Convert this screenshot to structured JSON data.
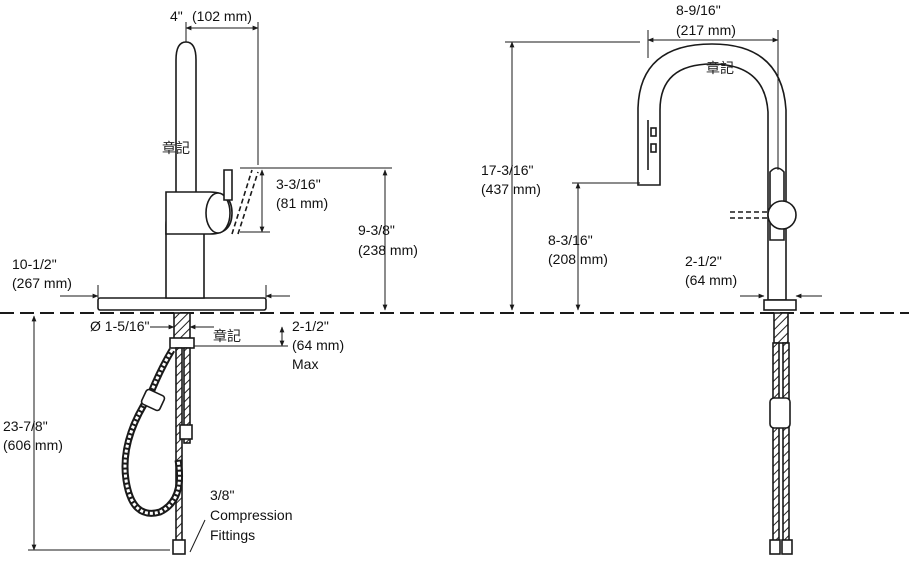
{
  "left_view": {
    "spout_reach": {
      "imperial": "4\"",
      "metric": "(102 mm)"
    },
    "handle_height": {
      "imperial": "3-3/16\"",
      "metric": "(81 mm)"
    },
    "aerator_height": {
      "imperial": "9-3/8\"",
      "metric": "(238 mm)"
    },
    "escutcheon_width": {
      "imperial": "10-1/2\"",
      "metric": "(267 mm)"
    },
    "hole_diameter": {
      "label": "Ø 1-5/16\""
    },
    "deck_thickness": {
      "imperial": "2-1/2\"",
      "metric": "(64 mm)",
      "note": "Max"
    },
    "hose_length": {
      "imperial": "23-7/8\"",
      "metric": "(606 mm)"
    },
    "fittings": {
      "line1": "3/8\"",
      "line2": "Compression",
      "line3": "Fittings"
    },
    "watermark": "章記"
  },
  "right_view": {
    "spout_reach": {
      "imperial": "8-9/16\"",
      "metric": "(217 mm)"
    },
    "overall_height": {
      "imperial": "17-3/16\"",
      "metric": "(437 mm)"
    },
    "spout_clearance": {
      "imperial": "8-3/16\"",
      "metric": "(208 mm)"
    },
    "base_width": {
      "imperial": "2-1/2\"",
      "metric": "(64 mm)"
    },
    "watermark": "章記"
  },
  "colors": {
    "line": "#1a1a1a",
    "body": "#ffffff",
    "background": "#ffffff"
  }
}
